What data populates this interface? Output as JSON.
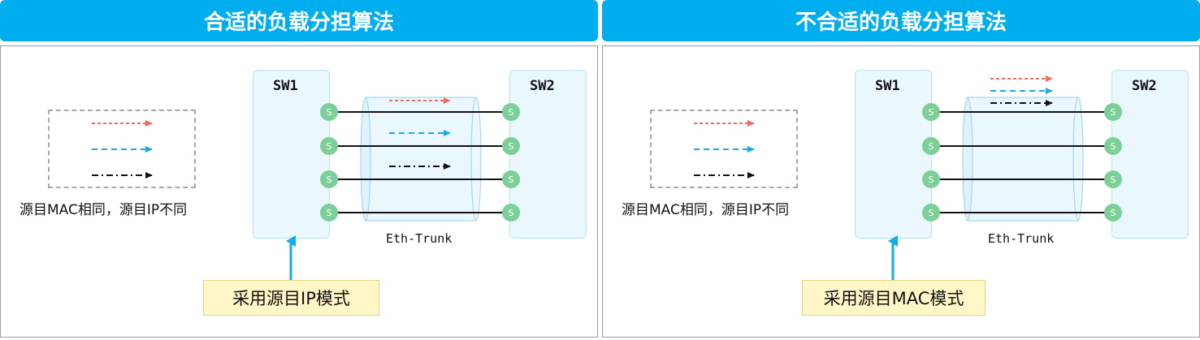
{
  "colors": {
    "header_bg": "#00aeef",
    "ip_flow": "#ee6b5d",
    "mac_flow": "#14aee6",
    "third_flow": "#111111",
    "port": "#7ccf96",
    "switch_fill": "#eaf7fd",
    "mode_box": "#fff7c8"
  },
  "left": {
    "title": "合适的负载分担算法",
    "legend_caption": "源目MAC相同，源目IP不同",
    "switch1": "SW1",
    "switch2": "SW2",
    "trunk": "Eth-Trunk",
    "port_letter": "S",
    "mode": "采用源目IP模式"
  },
  "right": {
    "title": "不合适的负载分担算法",
    "legend_caption": "源目MAC相同，源目IP不同",
    "switch1": "SW1",
    "switch2": "SW2",
    "trunk": "Eth-Trunk",
    "port_letter": "S",
    "mode": "采用源目MAC模式"
  }
}
